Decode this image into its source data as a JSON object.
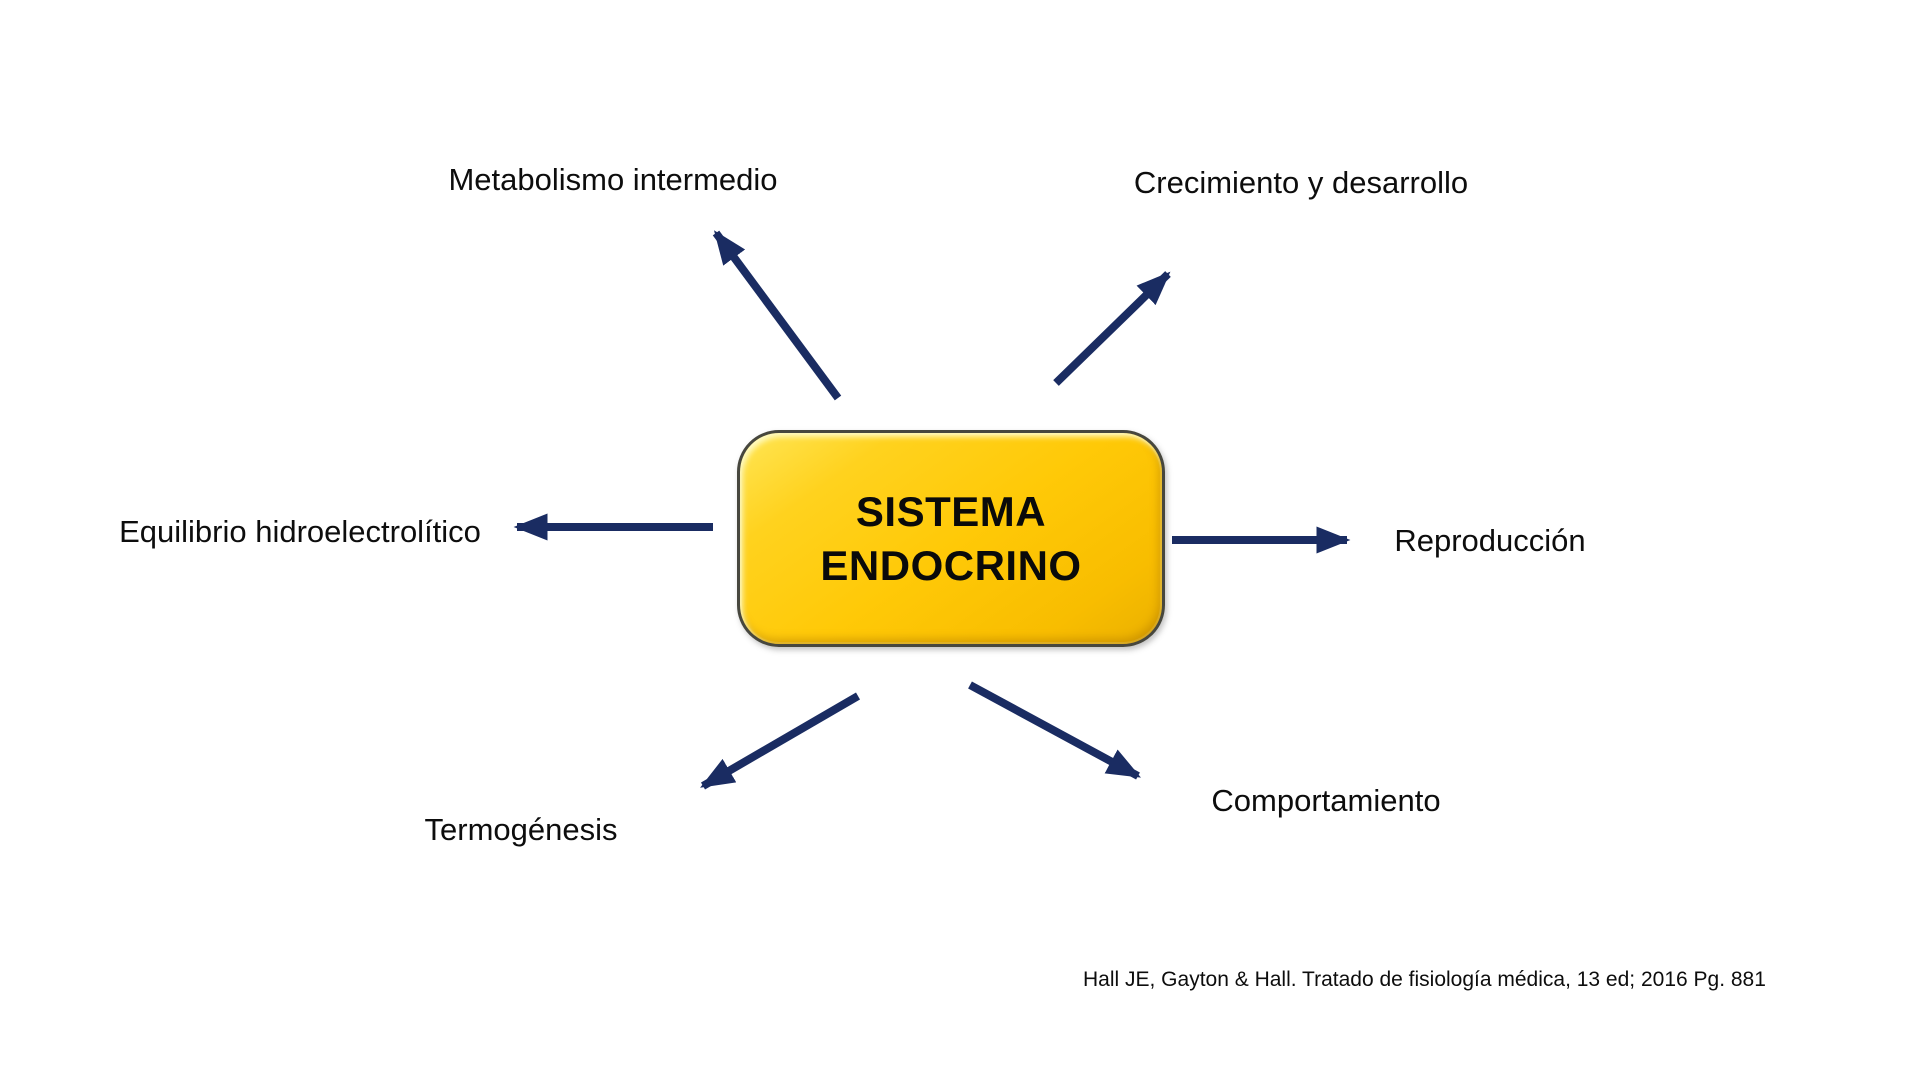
{
  "diagram": {
    "center": {
      "title_line1": "SISTEMA",
      "title_line2": "ENDOCRINO"
    },
    "nodes": [
      {
        "id": "metabolismo",
        "label": "Metabolismo intermedio"
      },
      {
        "id": "crecimiento",
        "label": "Crecimiento y desarrollo"
      },
      {
        "id": "equilibrio",
        "label": "Equilibrio hidroelectrolítico"
      },
      {
        "id": "reproduccion",
        "label": "Reproducción"
      },
      {
        "id": "termogenesis",
        "label": "Termogénesis"
      },
      {
        "id": "comportamiento",
        "label": "Comportamiento"
      }
    ],
    "citation": "Hall JE, Gayton & Hall. Tratado de fisiología médica, 13 ed; 2016 Pg. 881",
    "colors": {
      "arrow": "#1a2c62",
      "box_fill": "#ffc907",
      "box_fill_light": "#ffe656",
      "box_border": "#47473e",
      "text": "#0d0d0d"
    }
  }
}
